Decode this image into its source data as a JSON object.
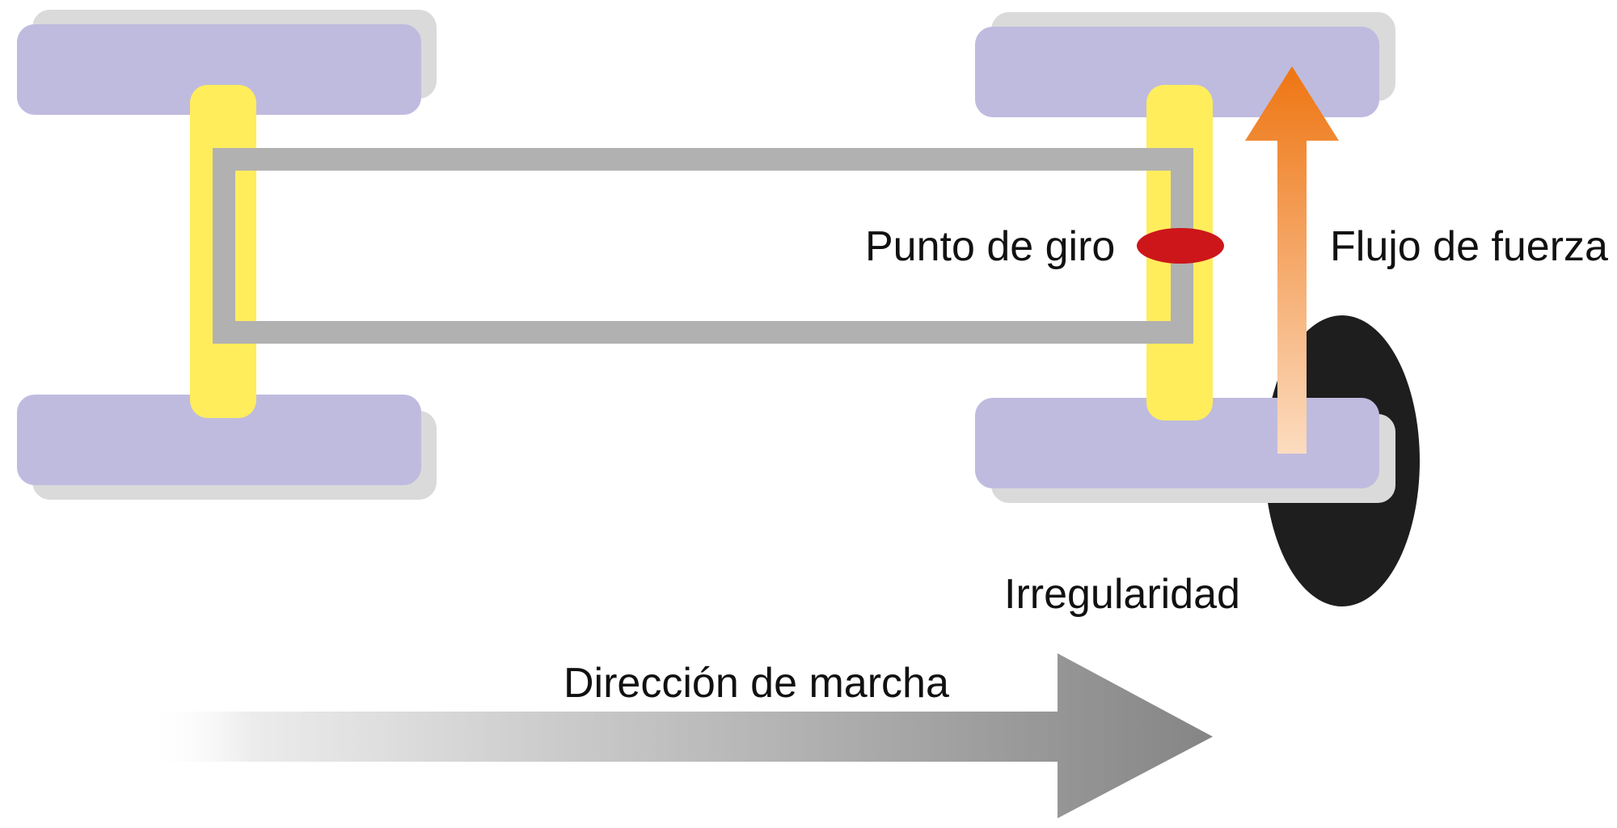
{
  "diagram": {
    "labels": {
      "pivot": "Punto de giro",
      "force_flow": "Flujo de fuerza",
      "irregularity": "Irregularidad",
      "direction": "Dirección de marcha"
    },
    "colors": {
      "tire": "#bfbbdf",
      "tire_shadow": "#dadada",
      "axle": "#ffed5c",
      "frame": "#b1b1b1",
      "pivot_point": "#cc161a",
      "force_arrow_top": "#ee7512",
      "force_arrow_bottom": "#fcdcc0",
      "obstacle": "#1e1e1e",
      "direction_arrow_start": "#ffffff",
      "direction_arrow_end": "#858585",
      "text": "#111111"
    },
    "components": [
      {
        "id": "tire-front-left",
        "kind": "tire"
      },
      {
        "id": "tire-rear-left",
        "kind": "tire"
      },
      {
        "id": "tire-front-right",
        "kind": "tire"
      },
      {
        "id": "tire-rear-right",
        "kind": "tire"
      },
      {
        "id": "axle-left",
        "kind": "axle"
      },
      {
        "id": "axle-right",
        "kind": "axle"
      },
      {
        "id": "frame",
        "kind": "chassis"
      },
      {
        "id": "pivot-point",
        "kind": "marker"
      },
      {
        "id": "force-flow-arrow",
        "kind": "arrow"
      },
      {
        "id": "obstacle",
        "kind": "irregularity"
      },
      {
        "id": "direction-arrow",
        "kind": "arrow"
      }
    ]
  }
}
